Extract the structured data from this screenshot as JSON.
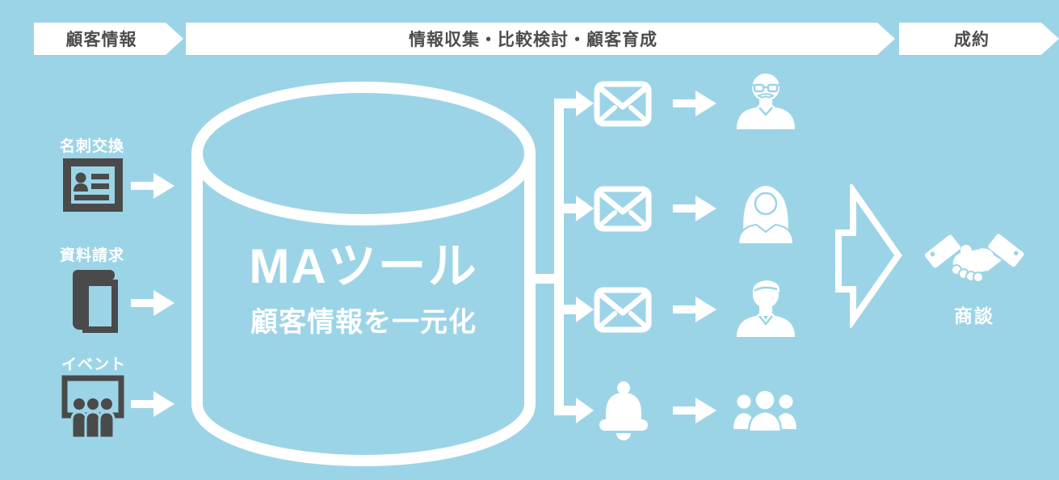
{
  "colors": {
    "background": "#9CD4E7",
    "banner_background": "#FFFFFF",
    "banner_text": "#4D4D4D",
    "icon_dark": "#4A4A4A",
    "icon_white": "#FFFFFF"
  },
  "banners": [
    {
      "label": "顧客情報"
    },
    {
      "label": "情報収集・比較検討・顧客育成"
    },
    {
      "label": "成約"
    }
  ],
  "sources": [
    {
      "label": "名刺交換",
      "icon": "business-card-icon"
    },
    {
      "label": "資料請求",
      "icon": "document-request-book-icon"
    },
    {
      "label": "イベント",
      "icon": "event-audience-icon"
    }
  ],
  "database": {
    "title": "MAツール",
    "subtitle": "顧客情報を一元化",
    "icon": "database-cylinder"
  },
  "channels": [
    {
      "icon": "mail-icon",
      "target": "persona-senior-man"
    },
    {
      "icon": "mail-icon",
      "target": "persona-business-woman"
    },
    {
      "icon": "mail-icon",
      "target": "persona-business-man"
    },
    {
      "icon": "bell-icon",
      "target": "persona-group"
    }
  ],
  "outcome": {
    "label": "商談",
    "icon": "handshake-icon"
  }
}
